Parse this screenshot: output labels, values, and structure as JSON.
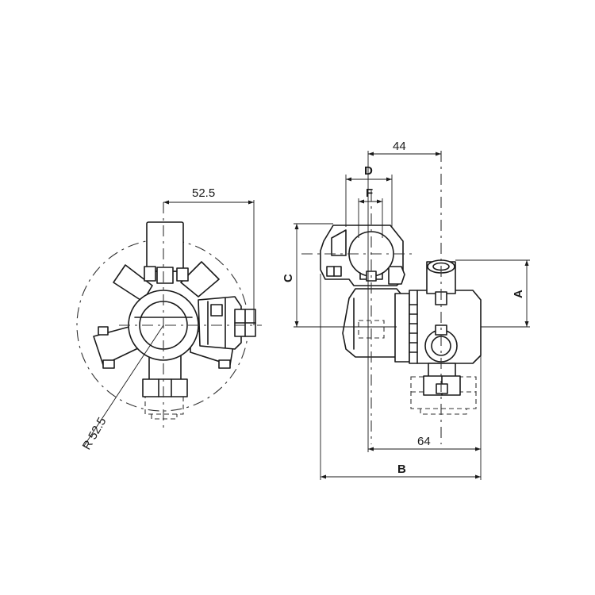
{
  "dimensions": {
    "front_width": "52.5",
    "radius": "R 52.5",
    "top_offset": "44",
    "d_label": "D",
    "f_label": "F",
    "c_label": "C",
    "a_label": "A",
    "bottom_width": "64",
    "b_label": "B"
  }
}
